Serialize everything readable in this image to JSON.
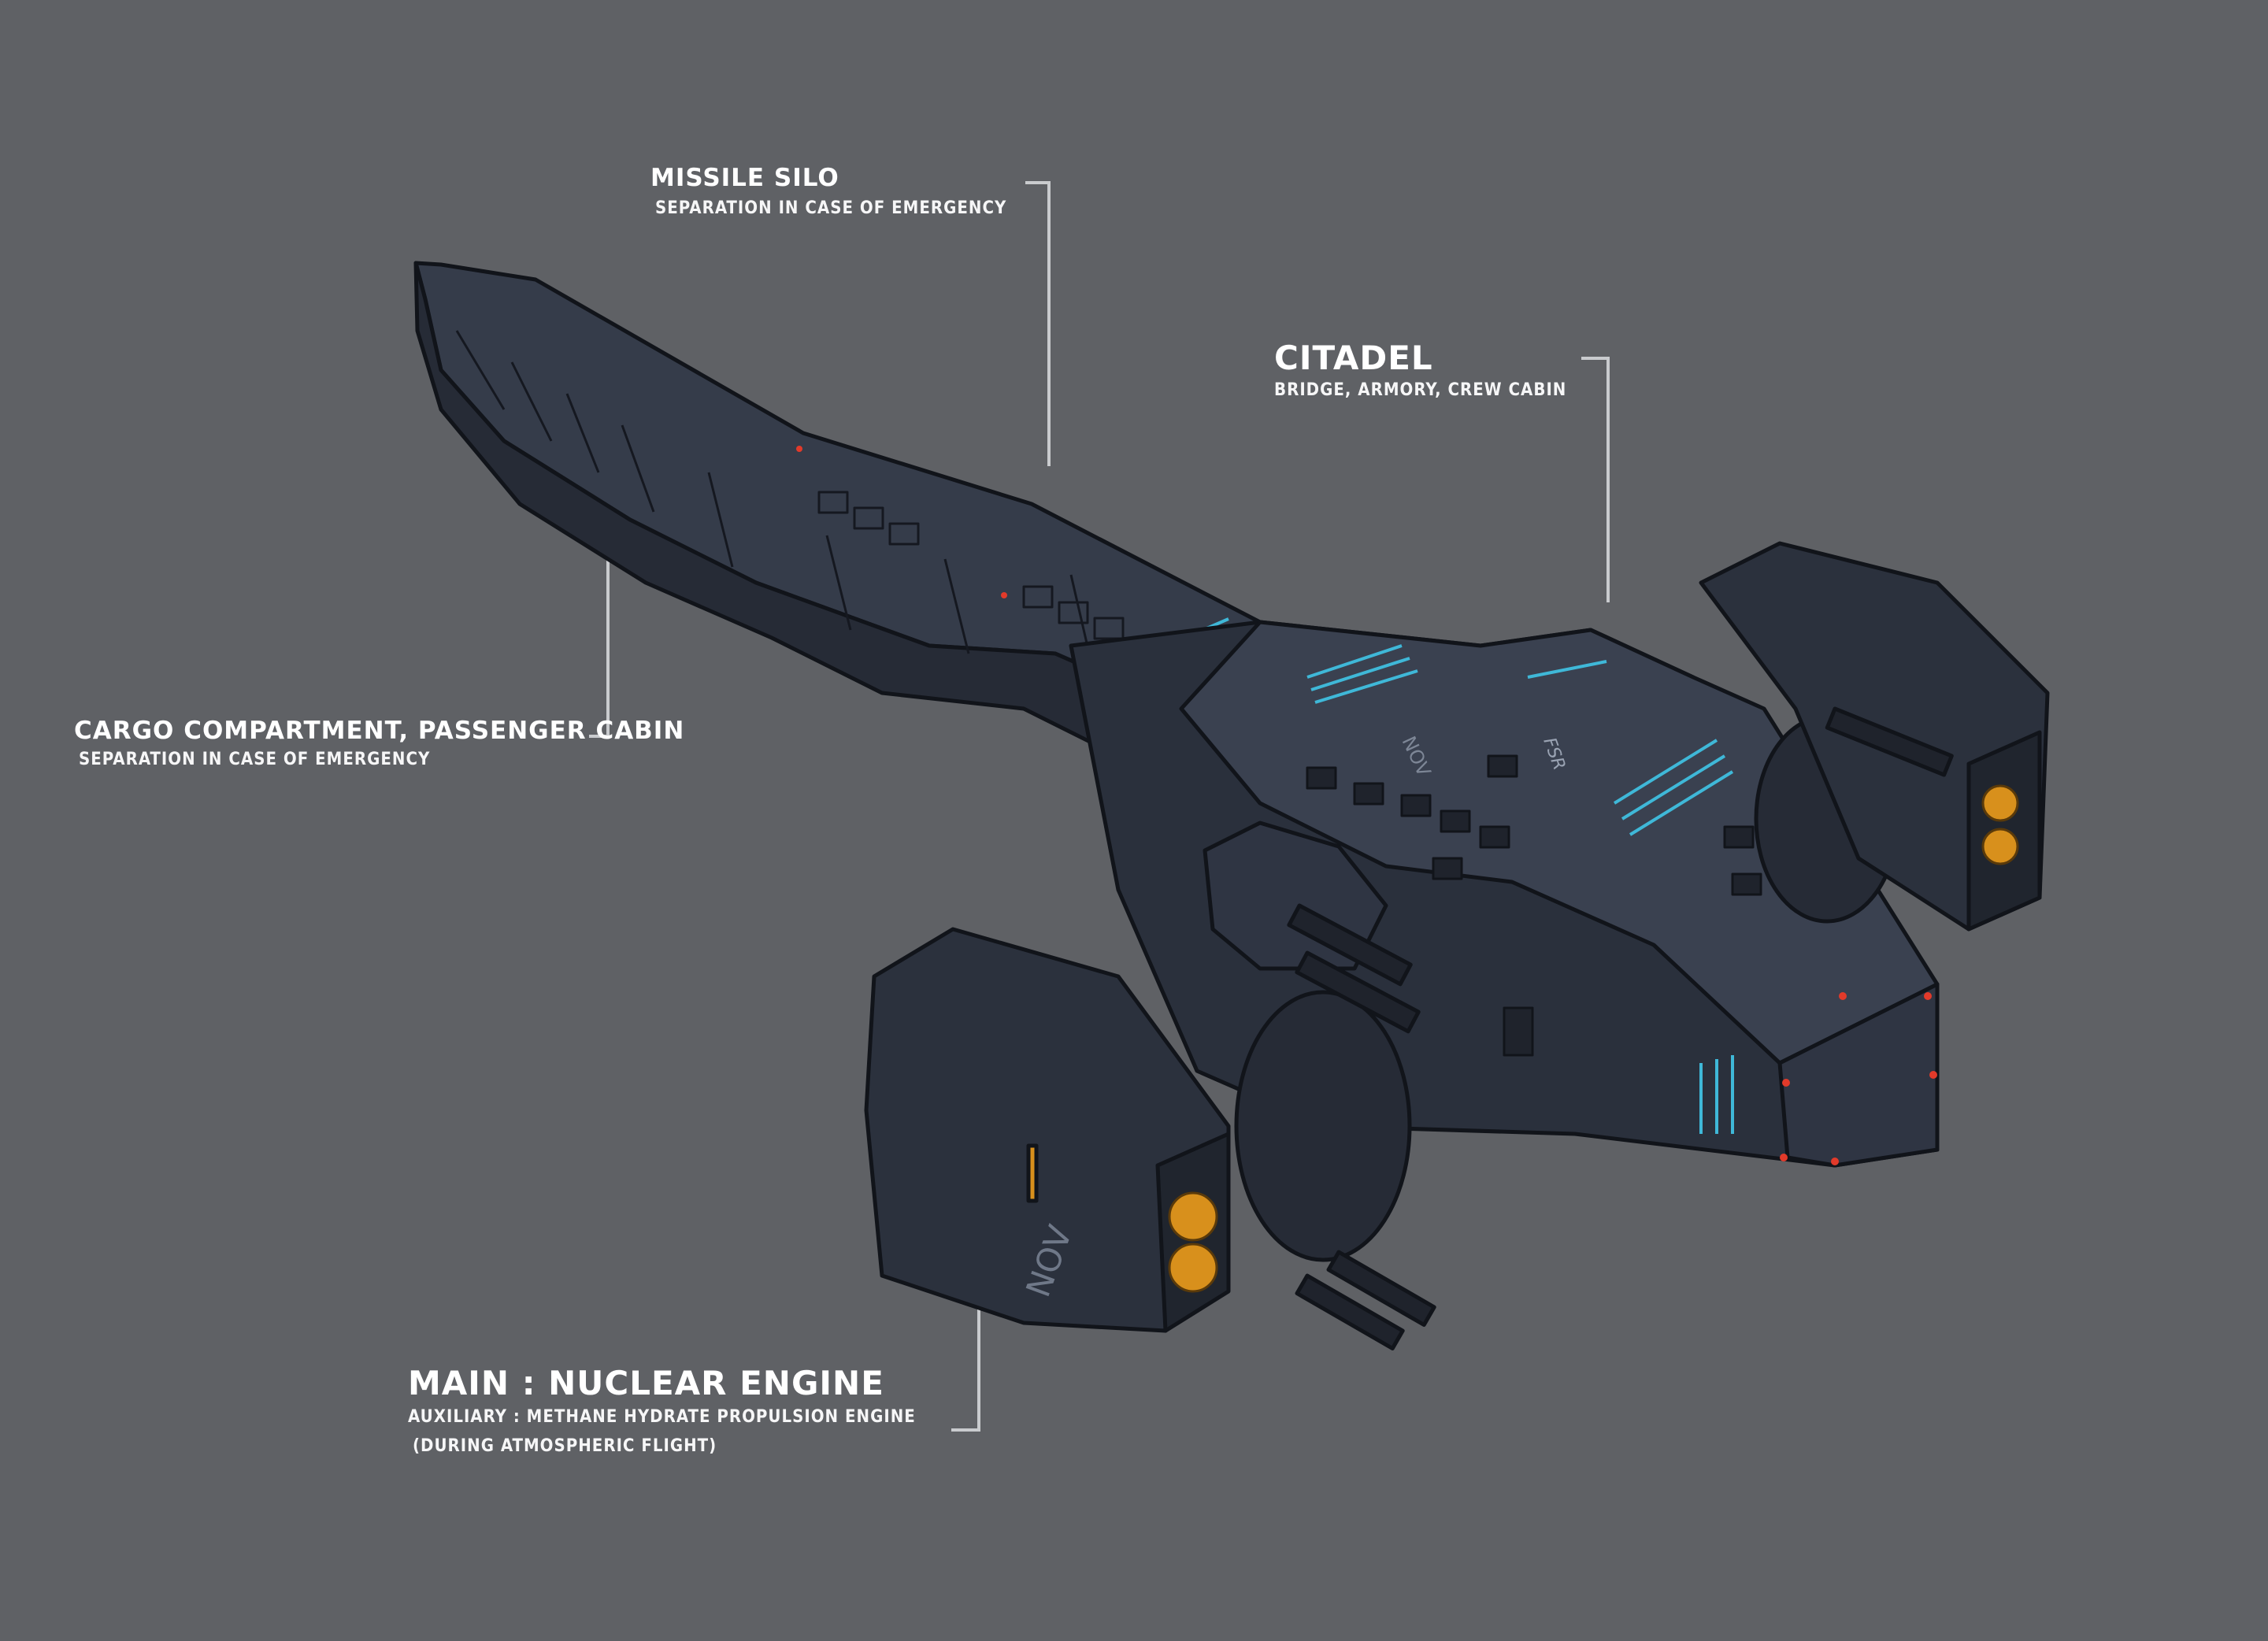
{
  "labels": {
    "missile_silo": {
      "title": "MISSILE SILO",
      "subtitle": "SEPARATION IN CASE OF EMERGENCY"
    },
    "citadel": {
      "title": "CITADEL",
      "subtitle": "BRIDGE, ARMORY, CREW CABIN"
    },
    "cargo": {
      "title": "CARGO COMPARTMENT, PASSENGER CABIN",
      "subtitle": "SEPARATION IN CASE OF EMERGENCY"
    },
    "engine": {
      "title": "MAIN : NUCLEAR ENGINE",
      "subtitle": "AUXILIARY : METHANE HYDRATE PROPULSION ENGINE",
      "subtitle_2": "(DURING ATMOSPHERIC FLIGHT)"
    }
  },
  "hull_markings": [
    "NOV",
    "NOV",
    "FSR"
  ],
  "colors": {
    "background": "#5f6165",
    "hull": "#2e3441",
    "hull_dark": "#1f232c",
    "hull_light": "#3c4351",
    "accent_cyan": "#3fb8d8",
    "engine_glow": "#d8901c",
    "warning_light": "#e23a2a",
    "leader_line": "#c9cbce"
  }
}
